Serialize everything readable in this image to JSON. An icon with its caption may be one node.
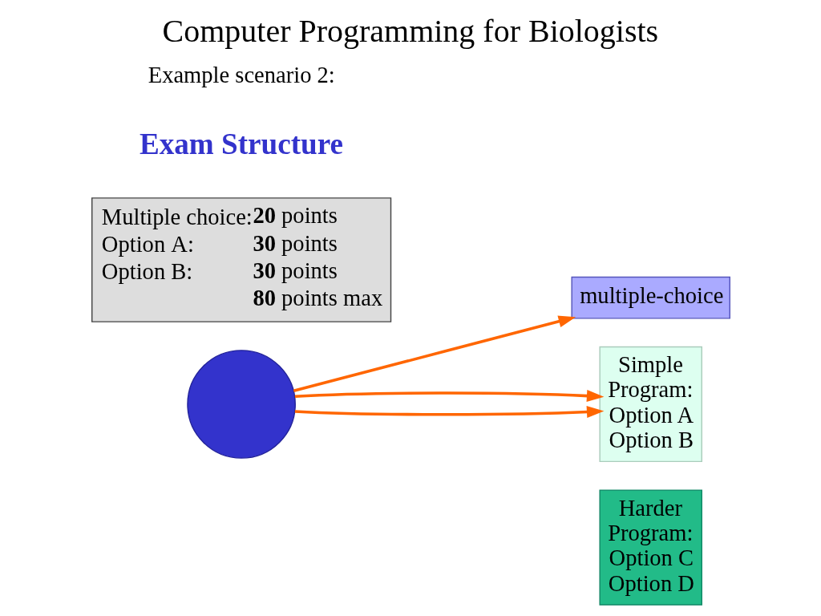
{
  "diagram": {
    "title": "Computer Programming for Biologists",
    "nodes": [
      {
        "text": [],
        "shape": "circle"
      },
      {
        "text": [
          "multiple-choice"
        ]
      },
      {
        "text": [
          "Simple Program: Option A Option B"
        ]
      },
      {
        "text": [
          "Harder Program: Option C Option D"
        ]
      },
      {
        "text": [
          "Multiple choice:",
          "**20** points",
          "Option A:",
          "**30** points",
          "Option B:",
          "**30** points",
          "**80** points max"
        ]
      }
    ],
    "edges": [
      {
        "from": 0,
        "to": 1,
        "arrow": "to"
      },
      {
        "from": 0,
        "to": 2,
        "arrow": "to"
      },
      {
        "from": 0,
        "to": 2,
        "arrow": "to"
      }
    ],
    "labels": [
      "Exam Structure",
      "Example scenario 2:"
    ]
  }
}
